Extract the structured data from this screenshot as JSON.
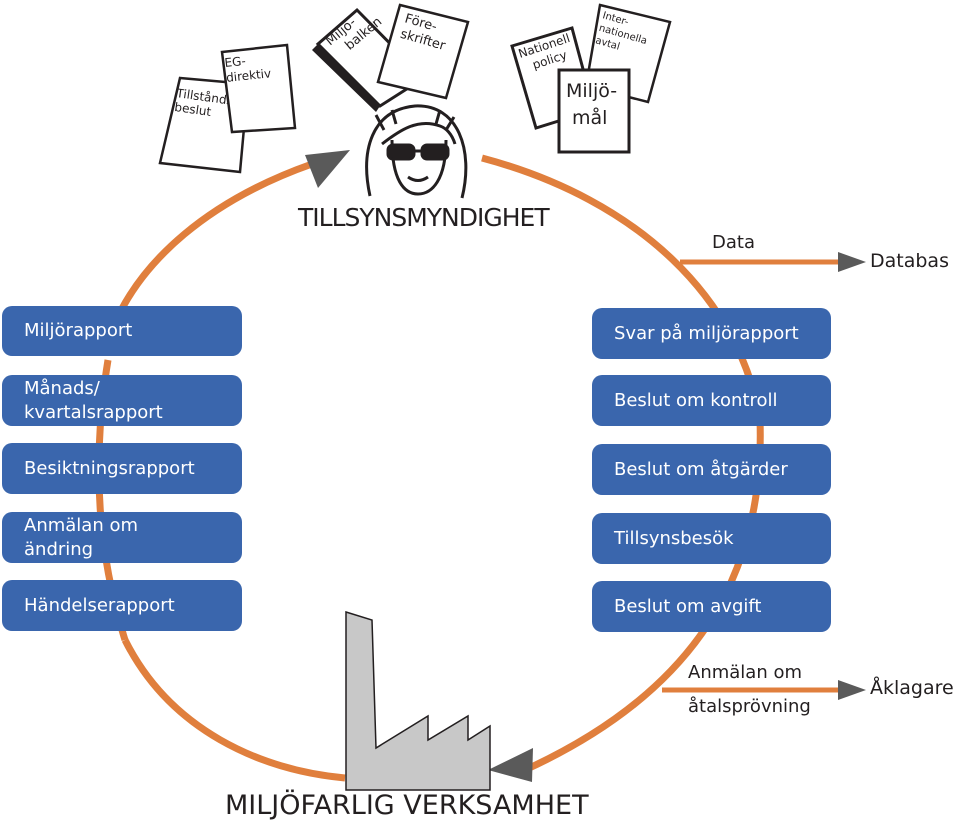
{
  "top_label": "TILLSYNSMYNDIGHET",
  "bottom_label": "MILJÖFARLIG VERKSAMHET",
  "documents": {
    "tillstandsbeslut": [
      "Tillstånds-",
      "beslut"
    ],
    "eg_direktiv": [
      "EG-",
      "direktiv"
    ],
    "miljobalken": [
      "Miljö-",
      "balken"
    ],
    "foreskrifter": [
      "Före-",
      "skrifter"
    ],
    "nationell_policy": [
      "Nationell",
      "policy"
    ],
    "internationella_avtal": [
      "Inter-",
      "nationella",
      "avtal"
    ],
    "miljomal": [
      "Miljö-",
      "mål"
    ]
  },
  "left_boxes": [
    "Miljörapport",
    "Månads/",
    "kvartalsrapport",
    "Besiktningsrapport",
    "Anmälan om",
    "ändring",
    "Händelserapport"
  ],
  "right_boxes": [
    "Svar på miljörapport",
    "Beslut om kontroll",
    "Beslut om åtgärder",
    "Tillsynsbesök",
    "Beslut om avgift"
  ],
  "data_branch": {
    "label": "Data",
    "target": "Databas"
  },
  "prosecution_branch": {
    "label_line1": "Anmälan om",
    "label_line2": "åtalsprövning",
    "target": "Åklagare"
  },
  "colors": {
    "cycle": "#e07f3d",
    "box": "#3a66ad",
    "factory": "#c8c8c8"
  }
}
